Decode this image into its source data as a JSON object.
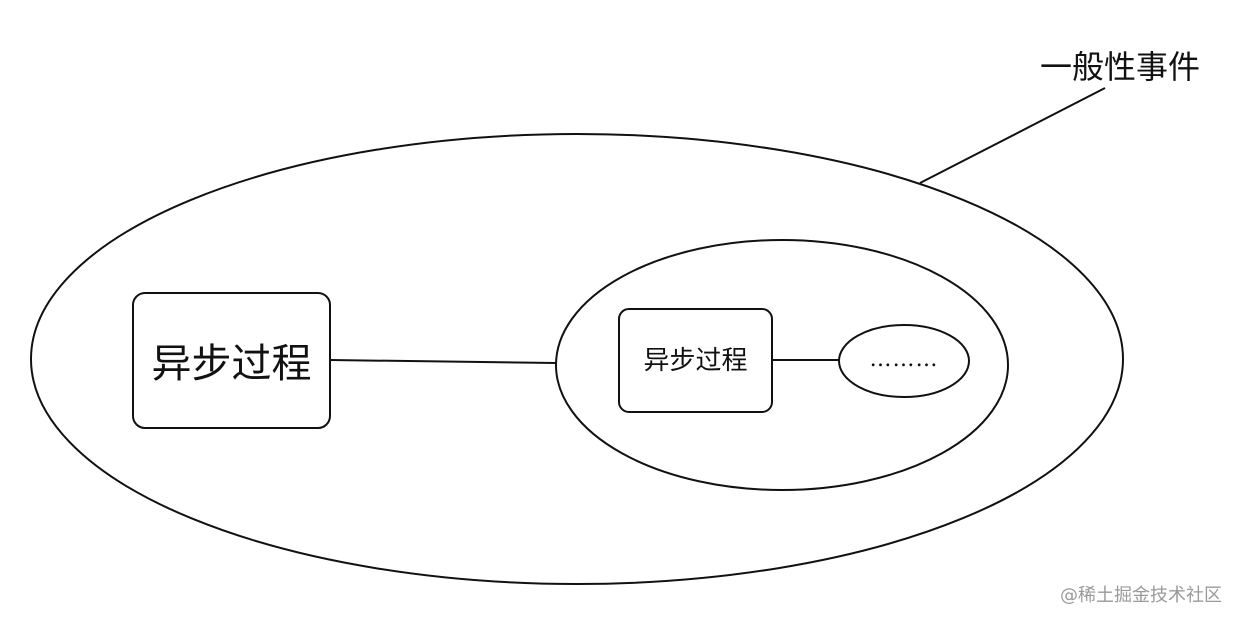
{
  "diagram": {
    "outer_label": "一般性事件",
    "left_process_label": "异步过程",
    "inner_process_label": "异步过程",
    "inner_ellipsis_label": "………",
    "watermark": "@稀土掘金技术社区"
  },
  "colors": {
    "stroke": "#111111",
    "background": "#ffffff",
    "watermark": "#9a9a9a"
  }
}
